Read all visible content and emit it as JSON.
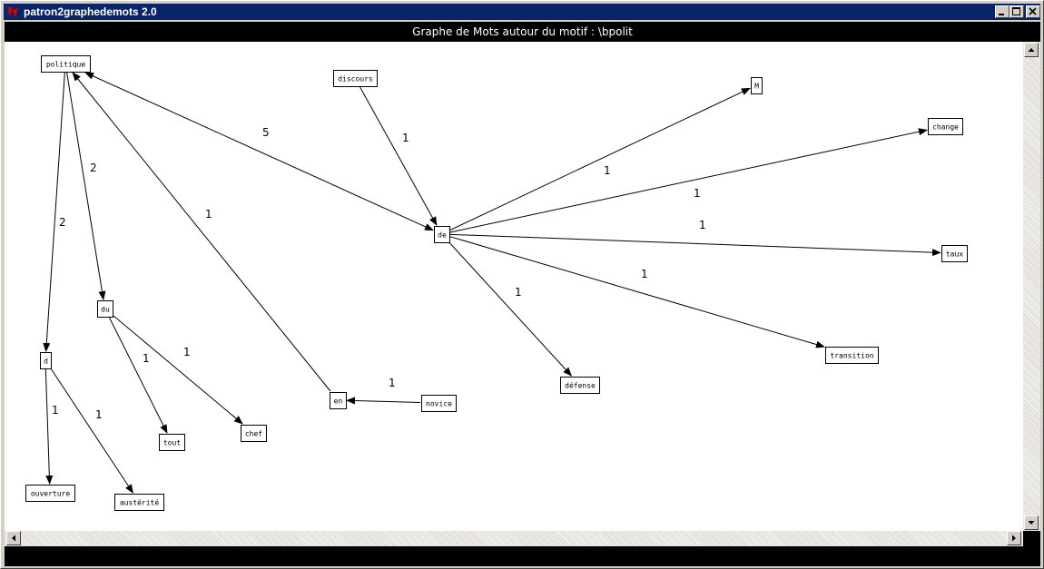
{
  "window": {
    "title": "patron2graphedemots 2.0"
  },
  "graph": {
    "title": "Graphe de Mots autour du motif : \\bpolit",
    "nodes": [
      {
        "id": "politique",
        "label": "politique"
      },
      {
        "id": "discours",
        "label": "discours"
      },
      {
        "id": "M",
        "label": "M"
      },
      {
        "id": "change",
        "label": "change"
      },
      {
        "id": "de",
        "label": "de"
      },
      {
        "id": "taux",
        "label": "taux"
      },
      {
        "id": "du",
        "label": "du"
      },
      {
        "id": "transition",
        "label": "transition"
      },
      {
        "id": "d",
        "label": "d"
      },
      {
        "id": "defense",
        "label": "défense"
      },
      {
        "id": "en",
        "label": "en"
      },
      {
        "id": "novice",
        "label": "novice"
      },
      {
        "id": "chef",
        "label": "chef"
      },
      {
        "id": "tout",
        "label": "tout"
      },
      {
        "id": "ouverture",
        "label": "ouverture"
      },
      {
        "id": "austerite",
        "label": "austérité"
      }
    ],
    "edges": [
      {
        "from": "politique",
        "to": "de",
        "weight": "5",
        "bidirectional": true
      },
      {
        "from": "politique",
        "to": "du",
        "weight": "2"
      },
      {
        "from": "politique",
        "to": "d",
        "weight": "2"
      },
      {
        "from": "en",
        "to": "politique",
        "weight": "1"
      },
      {
        "from": "discours",
        "to": "de",
        "weight": "1"
      },
      {
        "from": "de",
        "to": "M",
        "weight": "1"
      },
      {
        "from": "de",
        "to": "change",
        "weight": "1"
      },
      {
        "from": "de",
        "to": "taux",
        "weight": "1"
      },
      {
        "from": "de",
        "to": "transition",
        "weight": "1"
      },
      {
        "from": "de",
        "to": "defense",
        "weight": "1"
      },
      {
        "from": "novice",
        "to": "en",
        "weight": "1"
      },
      {
        "from": "du",
        "to": "chef",
        "weight": "1"
      },
      {
        "from": "du",
        "to": "tout",
        "weight": "1"
      },
      {
        "from": "d",
        "to": "ouverture",
        "weight": "1"
      },
      {
        "from": "d",
        "to": "austerite",
        "weight": "1"
      }
    ]
  }
}
